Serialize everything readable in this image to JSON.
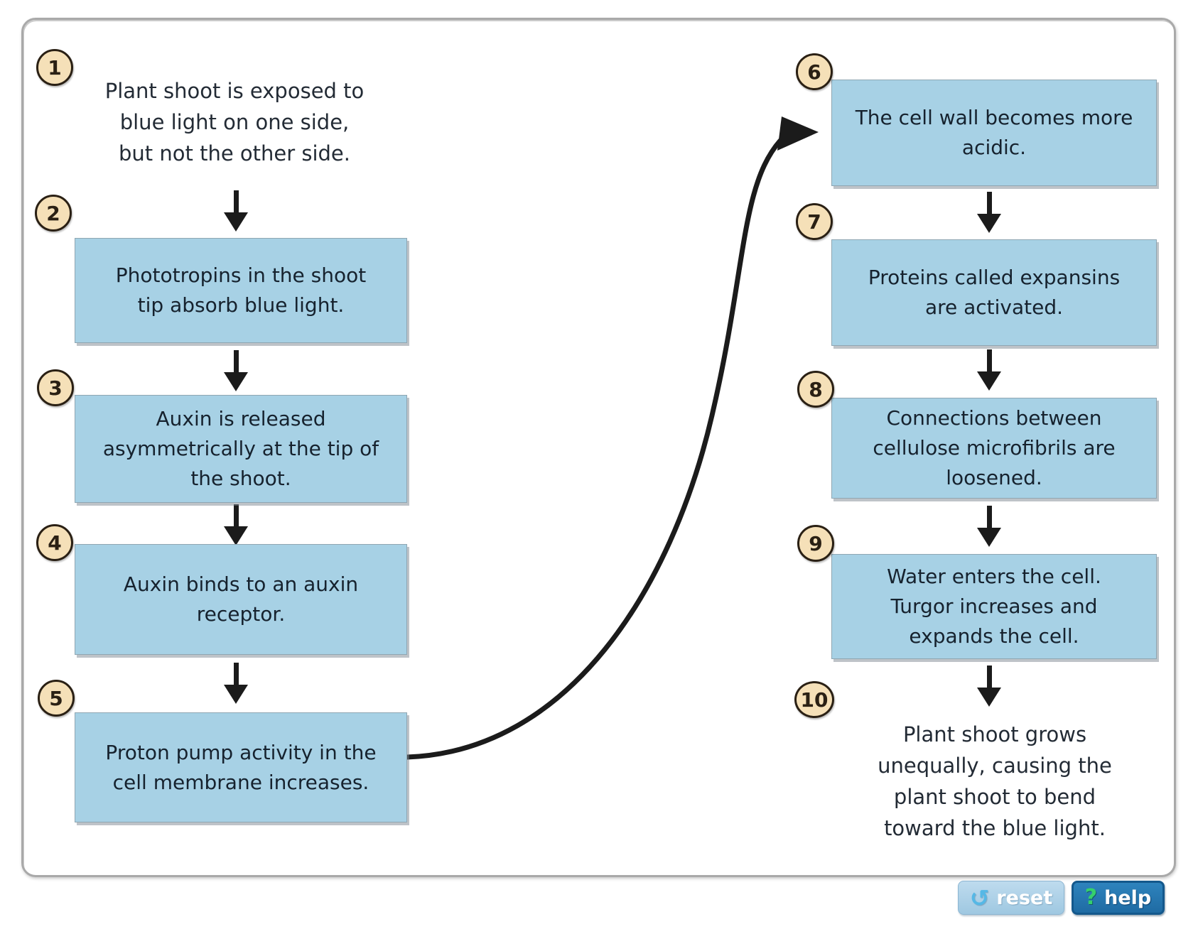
{
  "fc": {
    "title_hint": "phototropism-sequence-activity",
    "steps": [
      {
        "num": "1",
        "boxed": false,
        "lines": [
          "Plant shoot is exposed to",
          "blue light on one side,",
          "but not the other side."
        ]
      },
      {
        "num": "2",
        "boxed": true,
        "lines": [
          "Phototropins in the shoot",
          "tip absorb blue light."
        ]
      },
      {
        "num": "3",
        "boxed": true,
        "lines": [
          "Auxin is released",
          "asymmetrically at the tip of",
          "the shoot."
        ]
      },
      {
        "num": "4",
        "boxed": true,
        "lines": [
          "Auxin binds to an auxin",
          "receptor."
        ]
      },
      {
        "num": "5",
        "boxed": true,
        "lines": [
          "Proton pump activity in the",
          "cell membrane increases."
        ]
      },
      {
        "num": "6",
        "boxed": true,
        "lines": [
          "The cell wall becomes more",
          "acidic."
        ]
      },
      {
        "num": "7",
        "boxed": true,
        "lines": [
          "Proteins called expansins",
          "are activated."
        ]
      },
      {
        "num": "8",
        "boxed": true,
        "lines": [
          "Connections between",
          "cellulose microfibrils are",
          "loosened."
        ]
      },
      {
        "num": "9",
        "boxed": true,
        "lines": [
          "Water enters the cell.",
          "Turgor increases and",
          "expands the cell."
        ]
      },
      {
        "num": "10",
        "boxed": false,
        "lines": [
          "Plant shoot grows",
          "unequally, causing the",
          "plant shoot to bend",
          "toward the blue light."
        ]
      }
    ],
    "footer": {
      "reset_label": "reset",
      "reset_icon": "↺",
      "help_label": "help",
      "help_icon": "?"
    },
    "colors": {
      "box_fill": "#a7d1e5",
      "badge_fill": "#f5e0b8",
      "arrow": "#1b1b1b",
      "reset_button": "#a9cfe5",
      "help_button": "#2478b4",
      "help_icon_green": "#35d06c",
      "text": "#16222e"
    }
  }
}
